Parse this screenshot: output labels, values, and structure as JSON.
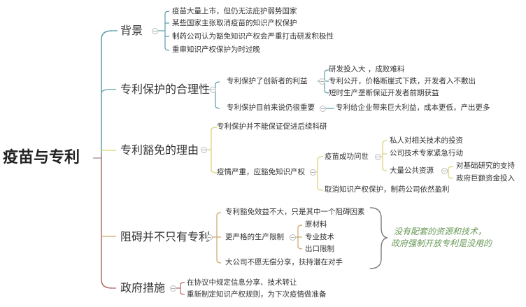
{
  "mindmap": {
    "root": "疫苗与专利",
    "colors": {
      "teal": "#5b9ea6",
      "yellow": "#e0d98a",
      "orange": "#c9a66b",
      "red": "#b06a6a",
      "note_green": "#6a9a5a"
    },
    "branches": [
      {
        "label": "背景",
        "children": [
          {
            "label": "疫苗大量上市，但仍无法庇护弱势国家"
          },
          {
            "label": "某些国家主张取消疫苗的知识产权保护"
          },
          {
            "label": "制药公司认为豁免知识产权会严重打击研发积极性"
          },
          {
            "label": "重审知识产权保护为时过晚"
          }
        ]
      },
      {
        "label": "专利保护的合理性",
        "children": [
          {
            "label": "专利保护了创新者的利益",
            "children": [
              {
                "label": "研发投入大 ，成败难料"
              },
              {
                "label": "专利公开，价格断崖式下跌，开发者入不敷出"
              },
              {
                "label": "短时生产垄断保证开发者前期获益"
              }
            ]
          },
          {
            "label": "专利保护目前来说仍很重要",
            "children": [
              {
                "label": "专利给企业带来巨大利益，成本更低，产出更多"
              }
            ]
          }
        ]
      },
      {
        "label": "专利豁免的理由",
        "children": [
          {
            "label": "专利保护并不能保证促进后续科研"
          },
          {
            "label": "疫情严重，应豁免知识产权",
            "children": [
              {
                "label": "疫苗成功问世",
                "children": [
                  {
                    "label": "私人对相关技术的投资"
                  },
                  {
                    "label": "公司技术专家紧急行动"
                  },
                  {
                    "label": "大量公共资源",
                    "children": [
                      {
                        "label": "对基础研究的支持"
                      },
                      {
                        "label": "政府巨额资金投入"
                      }
                    ]
                  }
                ]
              },
              {
                "label": "取消知识产权保护，制药公司依然盈利"
              }
            ]
          }
        ]
      },
      {
        "label": "阻碍并不只有专利",
        "children": [
          {
            "label": "专利豁免效益不大，只是其中一个阻碍因素"
          },
          {
            "label": "更严格的生产限制",
            "children": [
              {
                "label": "原材料"
              },
              {
                "label": "专业技术"
              },
              {
                "label": "出口限制"
              }
            ]
          },
          {
            "label": "大公司不愿无偿分享，扶持潜在对手"
          }
        ],
        "note": [
          "没有配套的资源和技术，",
          "政府强制开放专利是没用的"
        ]
      },
      {
        "label": "政府措施",
        "children": [
          {
            "label": "在协议中规定信息分享、技术转让"
          },
          {
            "label": "重新制定知识产权规则，为下次疫情做准备"
          }
        ]
      }
    ]
  }
}
